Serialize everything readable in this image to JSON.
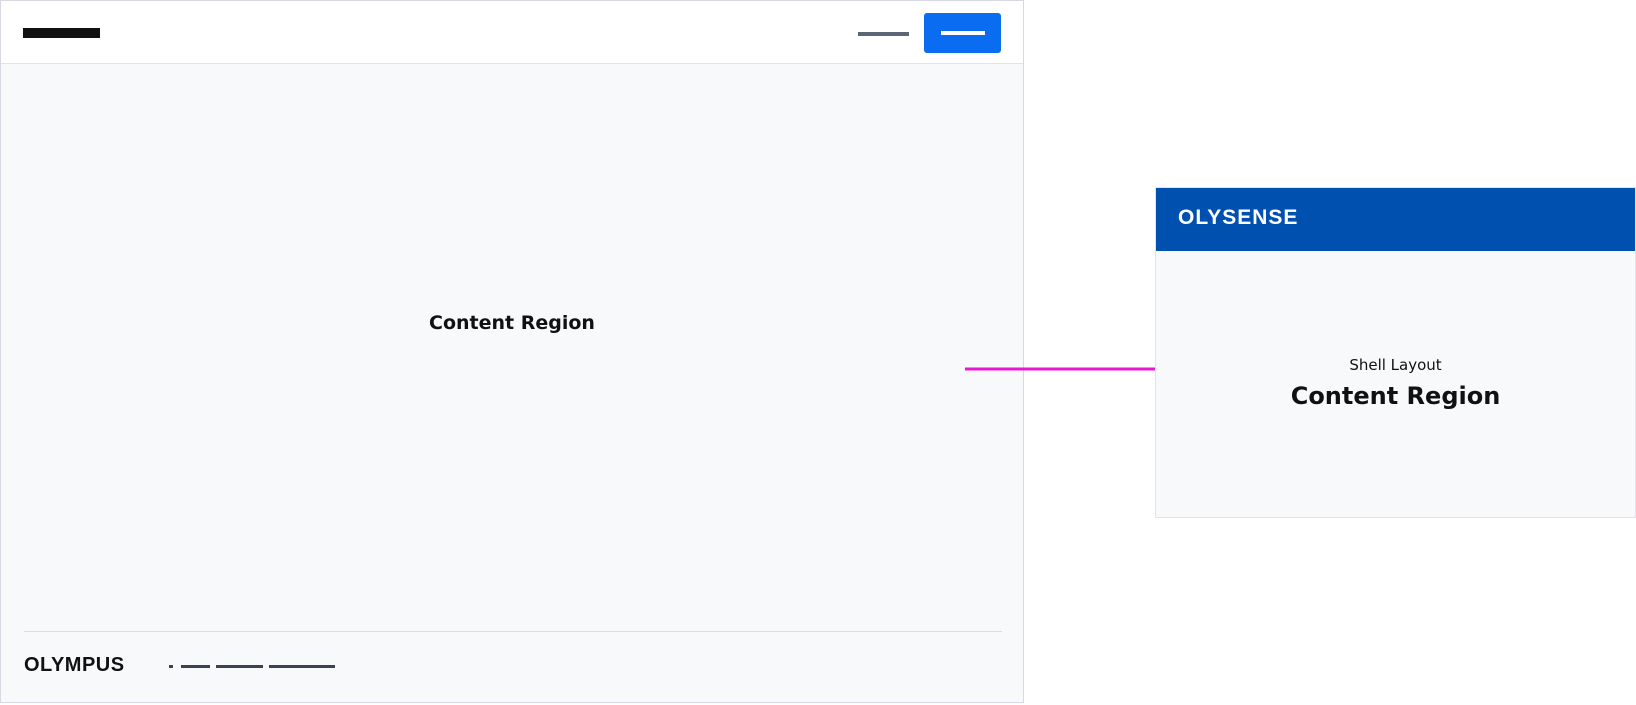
{
  "before": {
    "content_label": "Content Region",
    "footer_logo": "OLYMPUS"
  },
  "after": {
    "brand_logo": "OLYSENSE",
    "shell_label": "Shell Layout",
    "content_label": "Content Region"
  },
  "colors": {
    "arrow": "#e619d2",
    "button": "#0a6cf0",
    "brand_header": "#0050b0"
  }
}
